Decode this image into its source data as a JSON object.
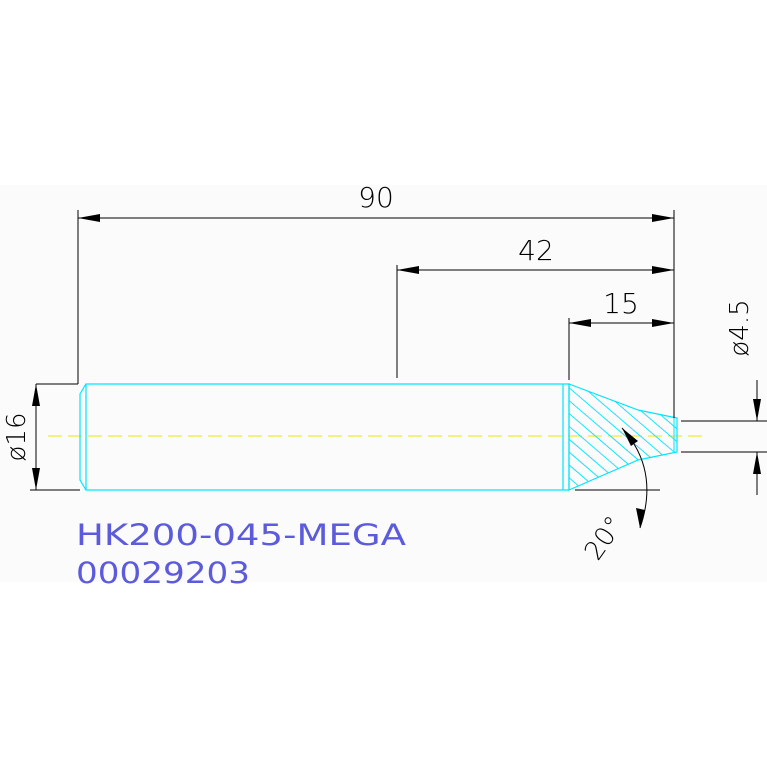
{
  "drawing": {
    "dimensions": {
      "overall_length": "90",
      "length_42": "42",
      "tip_length": "15",
      "body_diameter": "ø16",
      "tip_diameter": "ø4.5",
      "tip_angle": "20°"
    },
    "part": {
      "name": "HK200-045-MEGA",
      "number": "00029203"
    },
    "colors": {
      "background": "#ffffff",
      "band": "#fbfbfb",
      "outline": "#00e5ff",
      "centerline": "#e8e800",
      "dimension": "#000000",
      "label": "#5b5bdc"
    }
  }
}
